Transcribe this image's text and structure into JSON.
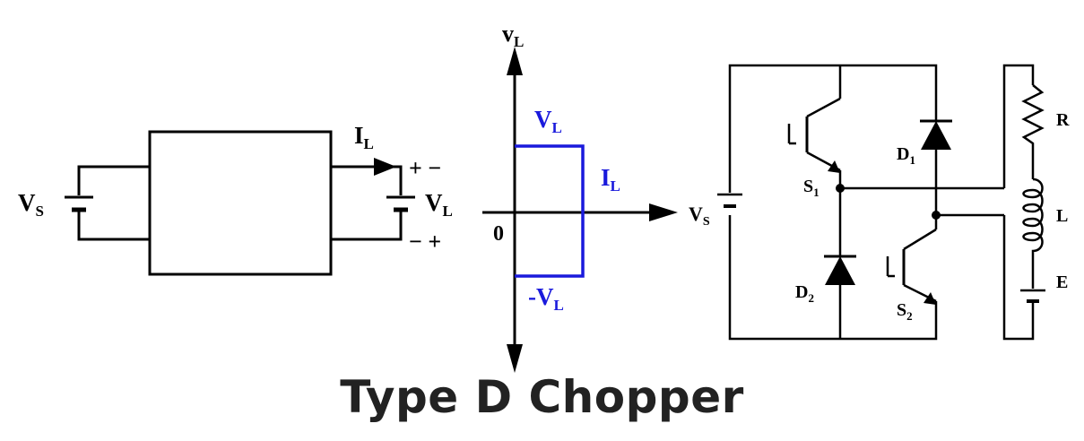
{
  "title": "Type D Chopper",
  "block_diagram": {
    "source_label": "V",
    "source_sub": "S",
    "current_label": "I",
    "current_sub": "L",
    "output_label": "V",
    "output_sub": "L",
    "top_polarity": "+ −",
    "bottom_polarity": "− +"
  },
  "quadrant_plot": {
    "y_axis_label": "v",
    "y_axis_sub": "L",
    "x_axis_label": "I",
    "x_axis_sub": "L",
    "origin_label": "0",
    "upper_level_label": "V",
    "upper_level_sub": "L",
    "lower_level_label": "-V",
    "lower_level_sub": "L",
    "trace_color": "#1a1adc"
  },
  "circuit": {
    "source_label": "V",
    "source_sub": "S",
    "switch1_label": "S",
    "switch1_sub": "1",
    "switch2_label": "S",
    "switch2_sub": "2",
    "diode1_label": "D",
    "diode1_sub": "1",
    "diode2_label": "D",
    "diode2_sub": "2",
    "resistor_label": "R",
    "inductor_label": "L",
    "emf_label": "E"
  }
}
